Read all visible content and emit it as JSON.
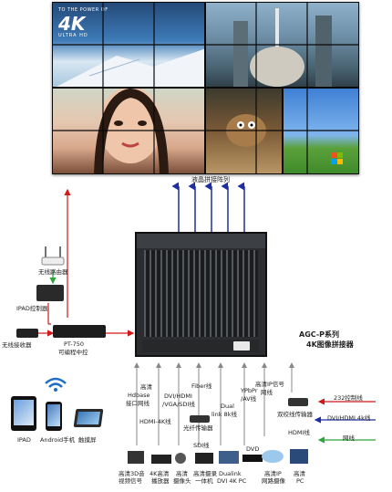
{
  "video_wall": {
    "brand_line_1": "TO THE POWER OF",
    "brand_4k": "4K",
    "brand_line_2": "ULTRA HD",
    "caption": "液晶拼接阵列"
  },
  "controller": {
    "series": "AGC-P系列",
    "name": "4K图像拼接器"
  },
  "left_chain": {
    "router": "无线路由器",
    "ipad_controller": "IPAD控制器",
    "receiver": "无线接收器",
    "control_model": "PT-750",
    "control_name": "可编程中控"
  },
  "terminals": {
    "ipad": "IPAD",
    "android": "Android手机",
    "touchscreen": "触摸屏"
  },
  "cables": {
    "hdbase_1": "高清",
    "hdbase_2": "Hdbase",
    "hdbase_3": "接口网线",
    "hdmi4k": "HDMI-4K线",
    "dvi_1": "DVI/HDMI",
    "dvi_2": "/VGA/SDI线",
    "fiber": "Fiber线",
    "fiber_tx": "光纤传输器",
    "sdi": "SDI线",
    "dual_1": "Dual",
    "dual_2": "link 8k线",
    "ypbpr_1": "YPbPr",
    "ypbpr_2": "/AV线",
    "hdip_1": "高清IP信号",
    "hdip_2": "网线"
  },
  "right_side": {
    "rs232": "232控制线",
    "twisted_tx": "双绞线传输器",
    "dvi_hdmi_4k": "DVI/HDMI 4k线",
    "hdmi": "HDMI线",
    "network": "网线"
  },
  "sources": {
    "s1_1": "高清3D音",
    "s1_2": "视频信号",
    "s2_1": "4K高清",
    "s2_2": "播放器",
    "s3_1": "高清",
    "s3_2": "摄像头",
    "s4_1": "高清摄录",
    "s4_2": "一体机",
    "s5_1": "Dualink",
    "s5_2": "DVI 4K PC",
    "s6": "DVD",
    "s7_1": "高清IP",
    "s7_2": "网路摄像",
    "s8_1": "高清",
    "s8_2": "PC"
  }
}
